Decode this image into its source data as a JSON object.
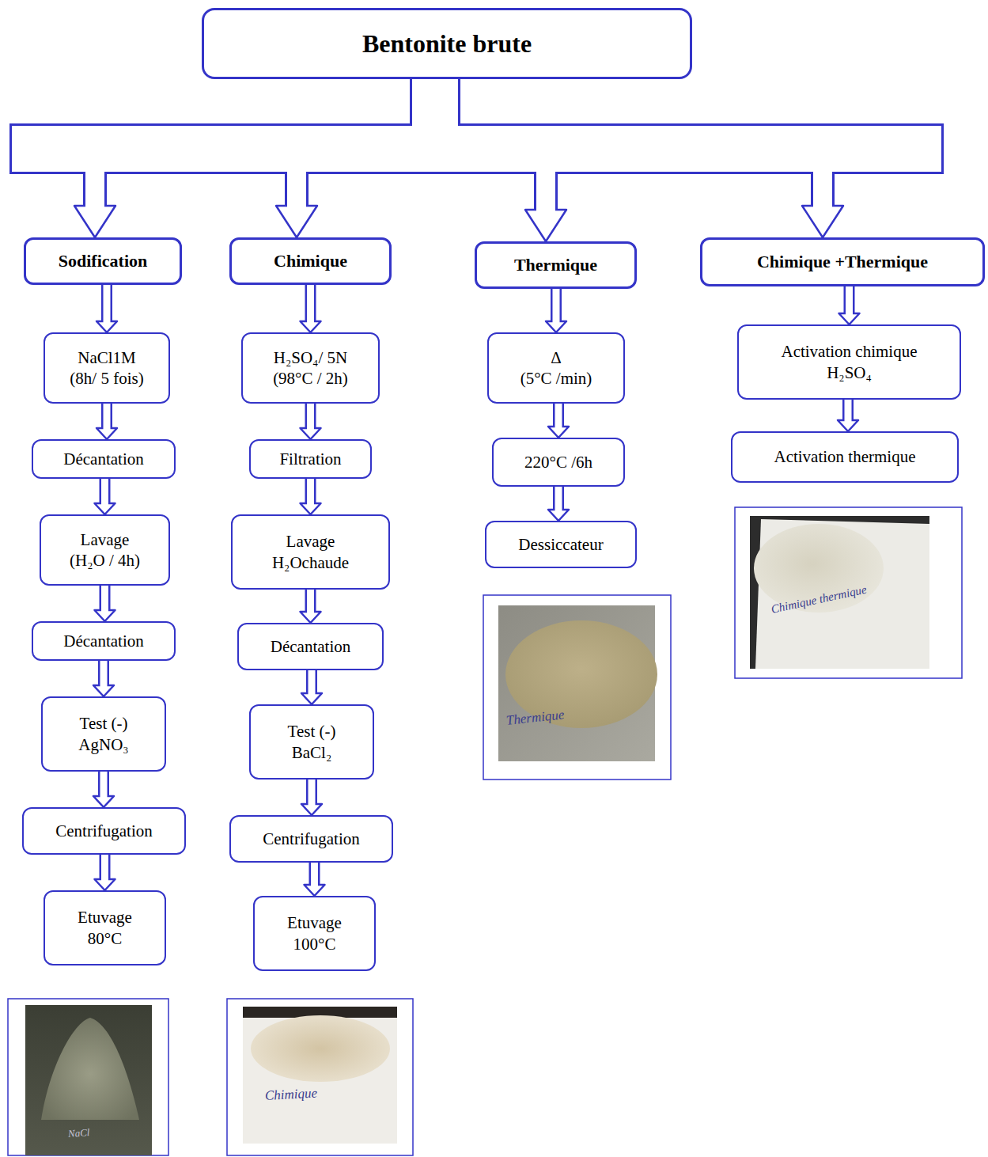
{
  "diagram": {
    "nodes": [
      {
        "text": [
          "Bentonite brute"
        ]
      },
      {
        "text": [
          "Sodification"
        ]
      },
      {
        "text": [
          "Chimique"
        ]
      },
      {
        "text": [
          "Thermique"
        ]
      },
      {
        "text": [
          "Chimique +Thermique"
        ]
      },
      {
        "text": [
          "NaCl1M (8h/ 5 fois)"
        ]
      },
      {
        "text": [
          "Décantation"
        ]
      },
      {
        "text": [
          "Lavage (H₂O / 4h)"
        ]
      },
      {
        "text": [
          "Décantation"
        ]
      },
      {
        "text": [
          "Test (-) AgNO₃"
        ]
      },
      {
        "text": [
          "Centrifugation"
        ]
      },
      {
        "text": [
          "Etuvage 80°C"
        ]
      },
      {
        "text": [
          "H₂SO₄/ 5N (98°C / 2h)"
        ]
      },
      {
        "text": [
          "Filtration"
        ]
      },
      {
        "text": [
          "Lavage H₂Ochaude"
        ]
      },
      {
        "text": [
          "Décantation"
        ]
      },
      {
        "text": [
          "Test (-) BaCl₂"
        ]
      },
      {
        "text": [
          "Centrifugation"
        ]
      },
      {
        "text": [
          "Etuvage 100°C"
        ]
      },
      {
        "text": [
          "Δ (5°C /min)"
        ]
      },
      {
        "text": [
          "220°C /6h"
        ]
      },
      {
        "text": [
          "Dessiccateur"
        ]
      },
      {
        "text": [
          "Activation chimique H₂SO₄"
        ]
      },
      {
        "text": [
          "Activation thermique"
        ]
      }
    ],
    "edges": [
      {
        "from": 0,
        "to": 1,
        "arrow": "to"
      },
      {
        "from": 0,
        "to": 2,
        "arrow": "to"
      },
      {
        "from": 0,
        "to": 3,
        "arrow": "to"
      },
      {
        "from": 0,
        "to": 4,
        "arrow": "to"
      },
      {
        "from": 1,
        "to": 5,
        "arrow": "to"
      },
      {
        "from": 5,
        "to": 6,
        "arrow": "to"
      },
      {
        "from": 6,
        "to": 7,
        "arrow": "to"
      },
      {
        "from": 7,
        "to": 8,
        "arrow": "to"
      },
      {
        "from": 8,
        "to": 9,
        "arrow": "to"
      },
      {
        "from": 9,
        "to": 10,
        "arrow": "to"
      },
      {
        "from": 10,
        "to": 11,
        "arrow": "to"
      },
      {
        "from": 2,
        "to": 12,
        "arrow": "to"
      },
      {
        "from": 12,
        "to": 13,
        "arrow": "to"
      },
      {
        "from": 13,
        "to": 14,
        "arrow": "to"
      },
      {
        "from": 14,
        "to": 15,
        "arrow": "to"
      },
      {
        "from": 15,
        "to": 16,
        "arrow": "to"
      },
      {
        "from": 16,
        "to": 17,
        "arrow": "to"
      },
      {
        "from": 17,
        "to": 18,
        "arrow": "to"
      },
      {
        "from": 3,
        "to": 19,
        "arrow": "to"
      },
      {
        "from": 19,
        "to": 20,
        "arrow": "to"
      },
      {
        "from": 20,
        "to": 21,
        "arrow": "to"
      },
      {
        "from": 4,
        "to": 22,
        "arrow": "to"
      },
      {
        "from": 22,
        "to": 23,
        "arrow": "to"
      }
    ],
    "labels": [
      "NaCl",
      "Chimique",
      "Thermique",
      "Chimique thermique"
    ]
  }
}
